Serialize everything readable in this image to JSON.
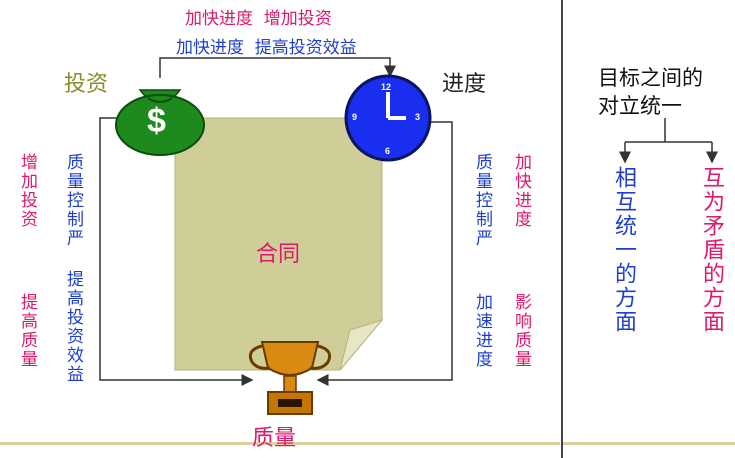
{
  "top_label": "加快进度  增加投资",
  "arrow_label": "加快进度  提高投资效益",
  "investment": {
    "label": "投资",
    "symbol": "$"
  },
  "schedule": {
    "label": "进度",
    "clock": [
      "12",
      "3",
      "6",
      "9"
    ]
  },
  "contract": {
    "label": "合同"
  },
  "quality": {
    "label": "质量"
  },
  "left_pink": [
    "增加投资",
    "提高质量"
  ],
  "left_blue": [
    "质量控制严",
    "提高投资效益"
  ],
  "right_blue": [
    "质量控制严",
    "加速进度"
  ],
  "right_pink": [
    "加快进度",
    "影响质量"
  ],
  "side": {
    "title_line1": "目标之间的",
    "title_line2": "对立统一",
    "branch_left": "相互统一的方面",
    "branch_right": "互为矛盾的方面"
  },
  "colors": {
    "pink": "#e0186c",
    "blue": "#1f3fcf",
    "olive": "#8b8b2a",
    "paper": "#cfcd98",
    "money": "#1e8a1e"
  }
}
